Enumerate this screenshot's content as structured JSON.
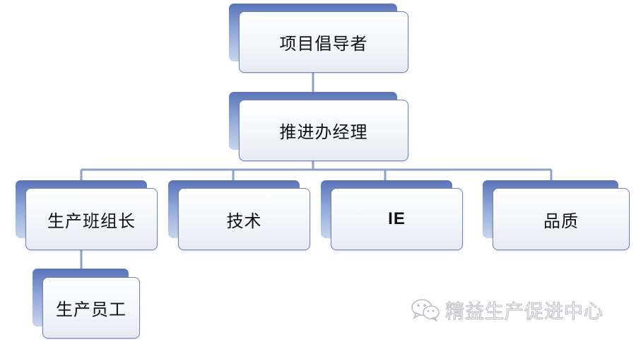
{
  "nodes": {
    "sponsor": "项目倡导者",
    "manager": "推进办经理",
    "team_leader": "生产班组长",
    "tech": "技术",
    "ie": "IE",
    "quality": "品质",
    "staff": "生产员工"
  },
  "watermark": {
    "text": "精益生产促进中心",
    "icon": "wechat-icon"
  },
  "colors": {
    "connector": "#8aa2c8",
    "box_border": "#6f85ad",
    "shadow_dark": "#5a73b8",
    "shadow_light": "#c9d5ee",
    "watermark": "#b9bcc2"
  }
}
